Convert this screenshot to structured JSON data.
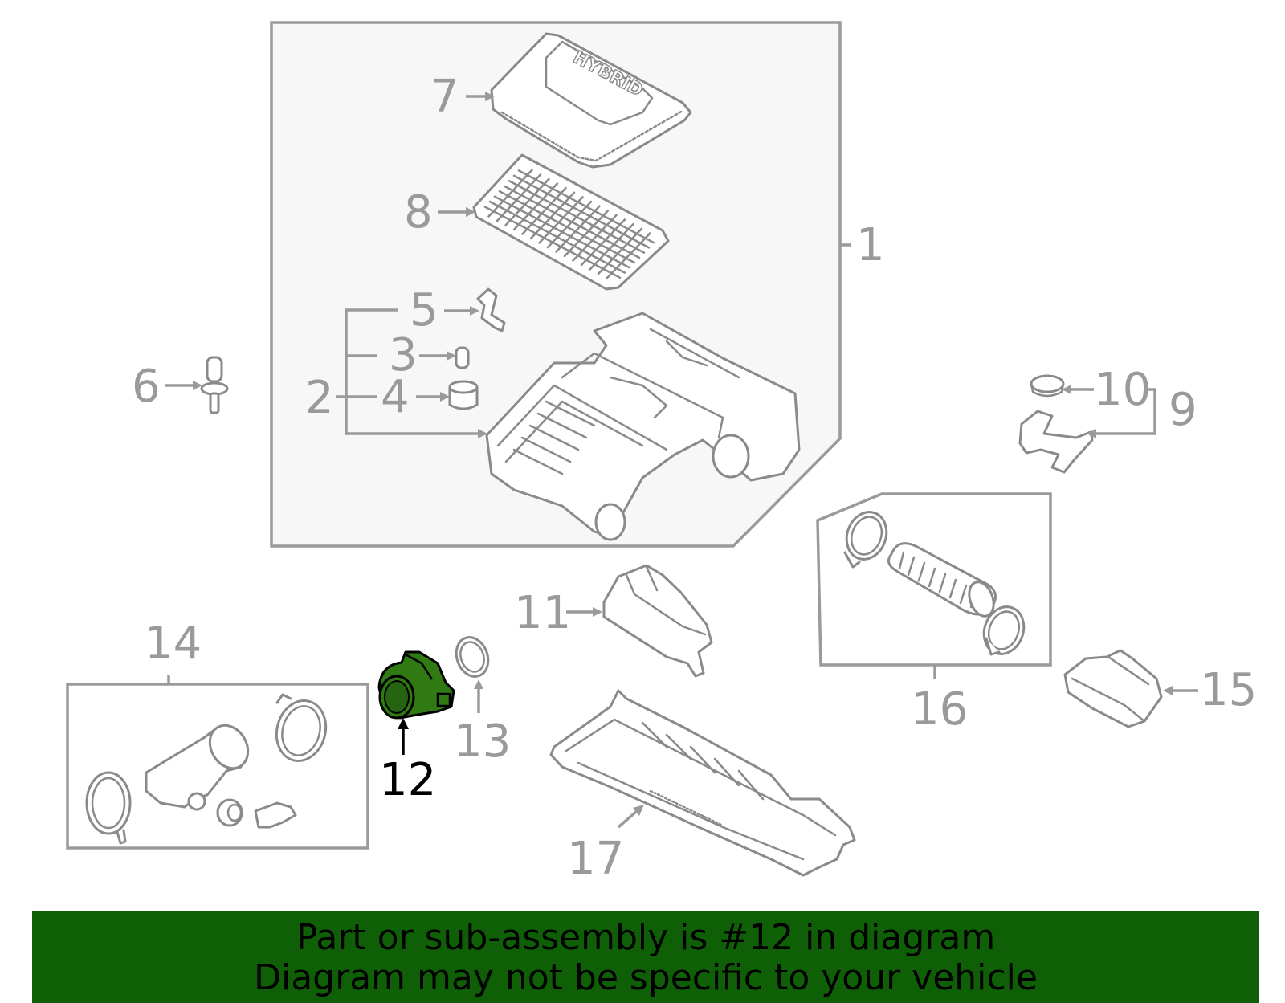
{
  "diagram": {
    "callouts": {
      "c1": "1",
      "c2": "2",
      "c3": "3",
      "c4": "4",
      "c5": "5",
      "c6": "6",
      "c7": "7",
      "c8": "8",
      "c9": "9",
      "c10": "10",
      "c11": "11",
      "c12": "12",
      "c13": "13",
      "c14": "14",
      "c15": "15",
      "c16": "16",
      "c17": "17"
    },
    "cover_emboss": "HYBRID",
    "highlighted_part": "12",
    "colors": {
      "highlight_fill": "#2f7a12",
      "line": "#8a8a8a",
      "banner_bg": "#0f5f07"
    }
  },
  "banner": {
    "line1": "Part or sub-assembly is #12 in diagram",
    "line2": "Diagram may not be specific to your vehicle"
  }
}
